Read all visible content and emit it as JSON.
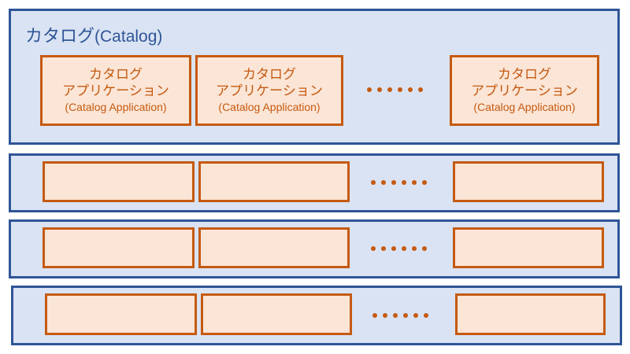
{
  "catalog": {
    "title_jp": "カタログ",
    "title_en": "(Catalog)"
  },
  "application": {
    "line1": "カタログ",
    "line2": "アプリケーション",
    "line3": "(Catalog Application)"
  },
  "colors": {
    "catalog_fill": "#dae3f3",
    "catalog_border": "#2f5597",
    "app_fill": "#fbe5d6",
    "app_border": "#c55a11"
  }
}
